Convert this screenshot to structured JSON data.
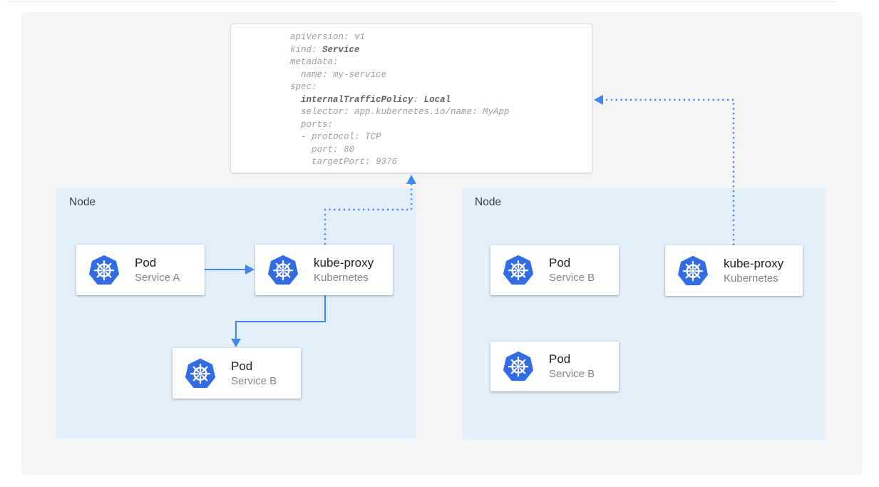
{
  "yaml_card": {
    "lines": [
      [
        {
          "t": "apiVersion: v1"
        }
      ],
      [
        {
          "t": "kind: "
        },
        {
          "t": "Service",
          "b": true
        }
      ],
      [
        {
          "t": "metadata:"
        }
      ],
      [
        {
          "t": "  name: my-service"
        }
      ],
      [
        {
          "t": "spec:"
        }
      ],
      [
        {
          "t": "  "
        },
        {
          "t": "internalTrafficPolicy",
          "b": true
        },
        {
          "t": ": "
        },
        {
          "t": "Local",
          "b": true
        }
      ],
      [
        {
          "t": "  selector: app.kubernetes.io/name: MyApp"
        }
      ],
      [
        {
          "t": "  ports:"
        }
      ],
      [
        {
          "t": "  - protocol: TCP"
        }
      ],
      [
        {
          "t": "    port: 80"
        }
      ],
      [
        {
          "t": "    targetPort: 9376"
        }
      ]
    ]
  },
  "nodes": [
    {
      "label": "Node",
      "cards": [
        {
          "title": "Pod",
          "subtitle": "Service A",
          "icon": "kubernetes-logo"
        },
        {
          "title": "kube-proxy",
          "subtitle": "Kubernetes",
          "icon": "kubernetes-logo"
        },
        {
          "title": "Pod",
          "subtitle": "Service B",
          "icon": "kubernetes-logo"
        }
      ]
    },
    {
      "label": "Node",
      "cards": [
        {
          "title": "Pod",
          "subtitle": "Service B",
          "icon": "kubernetes-logo"
        },
        {
          "title": "kube-proxy",
          "subtitle": "Kubernetes",
          "icon": "kubernetes-logo"
        },
        {
          "title": "Pod",
          "subtitle": "Service B",
          "icon": "kubernetes-logo"
        }
      ]
    }
  ],
  "colors": {
    "arrow_blue": "#4285f4",
    "k8s_blue": "#326ce5",
    "node_bg": "#e3f0fc",
    "canvas_bg": "#f5f5f6",
    "code_gray": "#9aa0a6",
    "code_bold_gray": "#5f6368"
  }
}
